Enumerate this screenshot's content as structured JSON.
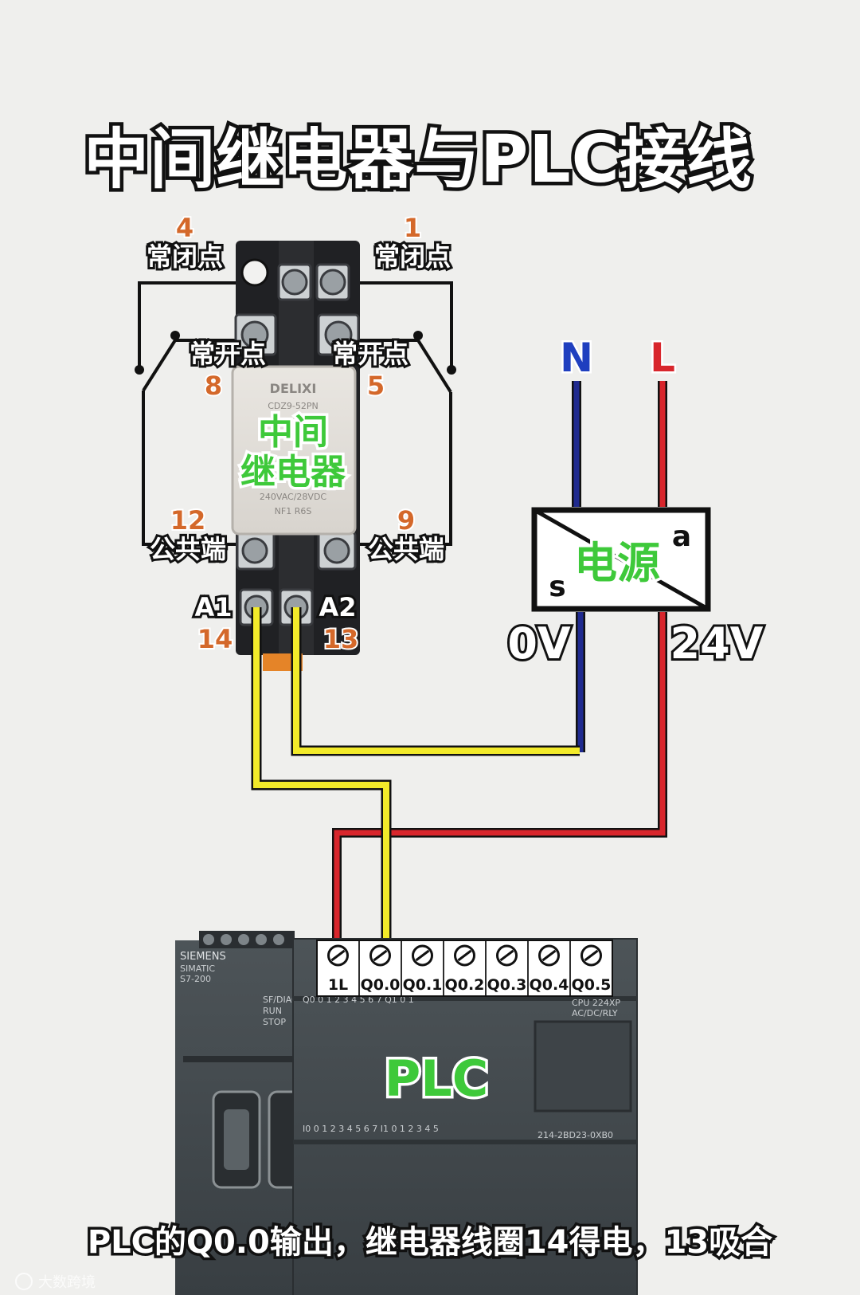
{
  "title": "中间继电器与PLC接线",
  "relay": {
    "label_line1": "中间",
    "label_line2": "继电器",
    "nc_label": "常闭点",
    "no_label": "常开点",
    "com_label": "公共端",
    "pins": {
      "nc_left": "4",
      "nc_right": "1",
      "no_left": "8",
      "no_right": "5",
      "com_left": "12",
      "com_right": "9",
      "coil_left": "14",
      "coil_right": "13"
    },
    "coil_labels": {
      "a1": "A1",
      "a2": "A2"
    },
    "brand": "DELIXI",
    "model": "CDZ9-52PN",
    "spec": "240VAC/28VDC",
    "spec2": "NF1       R6S"
  },
  "power": {
    "n_label": "N",
    "l_label": "L",
    "name": "电源",
    "s_label": "s",
    "a_label": "a",
    "zero_v": "0V",
    "plus_v": "24V"
  },
  "plc": {
    "name": "PLC",
    "brand": "SIEMENS",
    "series_line1": "SIMATIC",
    "series_line2": "S7-200",
    "cpu": "CPU 224XP",
    "cpu_type": "AC/DC/RLY",
    "part_no": "214-2BD23-0XB0",
    "status1": "SF/DIAG",
    "status2": "RUN",
    "status3": "STOP",
    "terminals": [
      "1L",
      "Q0.0",
      "Q0.1",
      "Q0.2",
      "Q0.3",
      "Q0.4",
      "Q0.5"
    ]
  },
  "caption": "PLC的Q0.0输出，继电器线圈14得电，13吸合",
  "watermark": "大数跨境",
  "colors": {
    "wire_red": "#d8262c",
    "wire_blue": "#1f2a8f",
    "wire_yellow": "#f2ea2a",
    "label_green": "#3ec93a",
    "pin_orange": "#d4682a"
  }
}
